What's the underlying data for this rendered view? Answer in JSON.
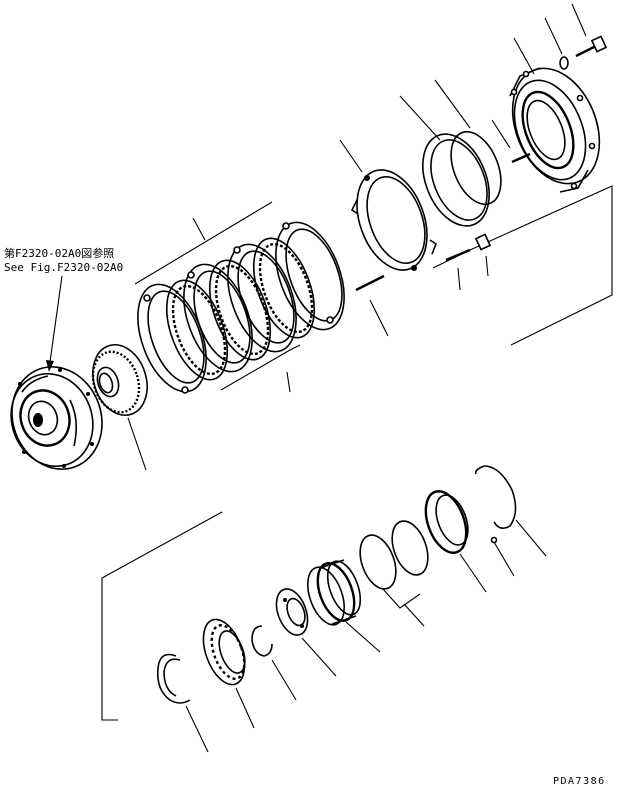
{
  "reference": {
    "line1": "第F2320-02A0図参照",
    "line2": "See Fig.F2320-02A0"
  },
  "drawing_code": "PDA7386"
}
